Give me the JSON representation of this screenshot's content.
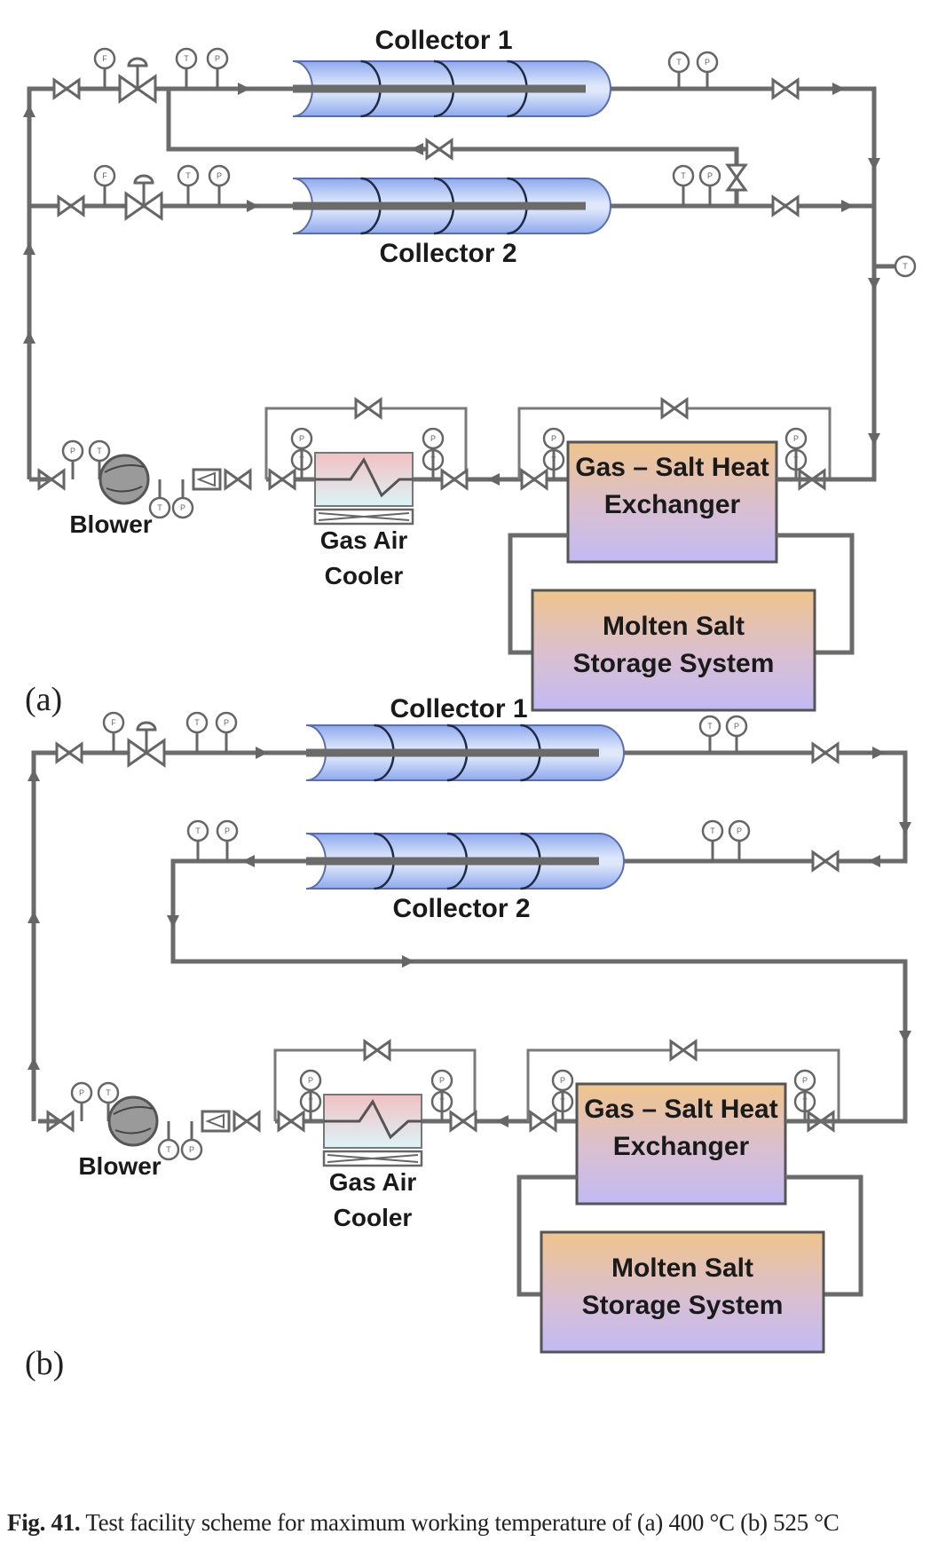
{
  "figure": {
    "number_label": "Fig. 41.",
    "caption": "Test facility scheme for maximum working temperature of (a) 400 °C (b) 525 °C"
  },
  "panels": [
    {
      "id": "a",
      "panel_label": "(a)",
      "max_temperature": "400 °C",
      "components": {
        "collector_1": "Collector 1",
        "collector_2": "Collector 2",
        "blower": "Blower",
        "cooler_line1": "Gas Air",
        "cooler_line2": "Cooler",
        "hx_line1": "Gas – Salt Heat",
        "hx_line2": "Exchanger",
        "storage_line1": "Molten Salt",
        "storage_line2": "Storage System"
      },
      "configuration": "parallel collectors"
    },
    {
      "id": "b",
      "panel_label": "(b)",
      "max_temperature": "525 °C",
      "components": {
        "collector_1": "Collector 1",
        "collector_2": "Collector 2",
        "blower": "Blower",
        "cooler_line1": "Gas Air",
        "cooler_line2": "Cooler",
        "hx_line1": "Gas – Salt Heat",
        "hx_line2": "Exchanger",
        "storage_line1": "Molten Salt",
        "storage_line2": "Storage System"
      },
      "configuration": "series collectors"
    }
  ],
  "instrument_letters": {
    "temperature": "T",
    "pressure": "P",
    "flow": "F"
  },
  "colors": {
    "pipe": "#6b6b6b",
    "collector_fill": "#b5c8f3",
    "hx_top": "#f0c58f",
    "hx_bottom": "#c4baf2",
    "cooler_top": "#f2c4c6",
    "cooler_bottom": "#dcf2f7",
    "blower": "#9a9a9a"
  }
}
